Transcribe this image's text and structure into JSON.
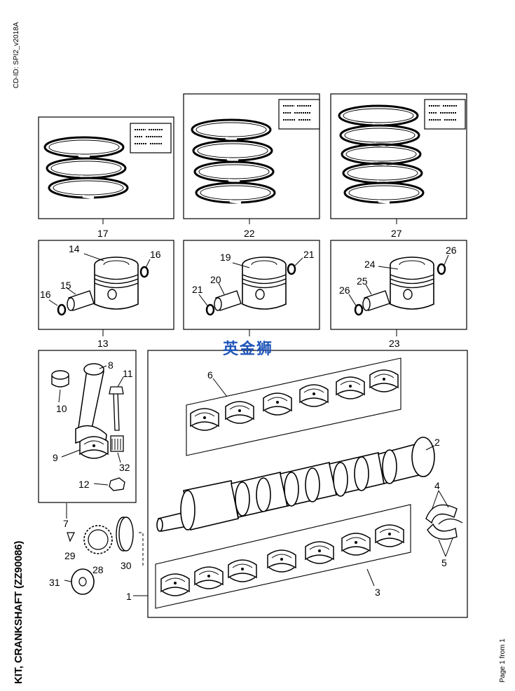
{
  "header": {
    "cd_id": "CD-ID: SPI2_v2018A"
  },
  "title": "KIT, CRANKSHAFT (ZZ90086)",
  "footer": {
    "page": "Page 1 from 1"
  },
  "watermark": "英金狮",
  "callouts": {
    "c1": "1",
    "c2": "2",
    "c3": "3",
    "c4": "4",
    "c5": "5",
    "c6": "6",
    "c7": "7",
    "c8": "8",
    "c9": "9",
    "c10": "10",
    "c11": "11",
    "c12": "12",
    "c13": "13",
    "c14": "14",
    "c15": "15",
    "c16a": "16",
    "c16b": "16",
    "c17": "17",
    "c19": "19",
    "c20": "20",
    "c21a": "21",
    "c21b": "21",
    "c22": "22",
    "c23": "23",
    "c24": "24",
    "c25": "25",
    "c26a": "26",
    "c26b": "26",
    "c27": "27",
    "c28": "28",
    "c29": "29",
    "c30": "30",
    "c31": "31",
    "c32": "32"
  }
}
